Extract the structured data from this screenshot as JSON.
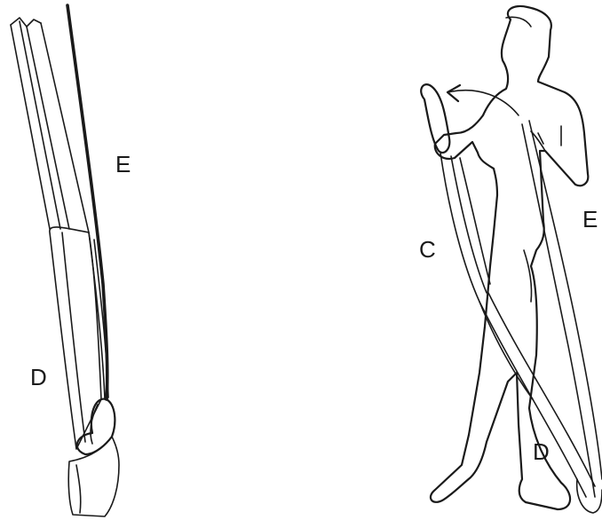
{
  "labels": {
    "left_e": "E",
    "left_d": "D",
    "right_c": "C",
    "right_e": "E",
    "right_d": "D"
  },
  "colors": {
    "line": "#1a1a1a",
    "background": "#ffffff"
  }
}
